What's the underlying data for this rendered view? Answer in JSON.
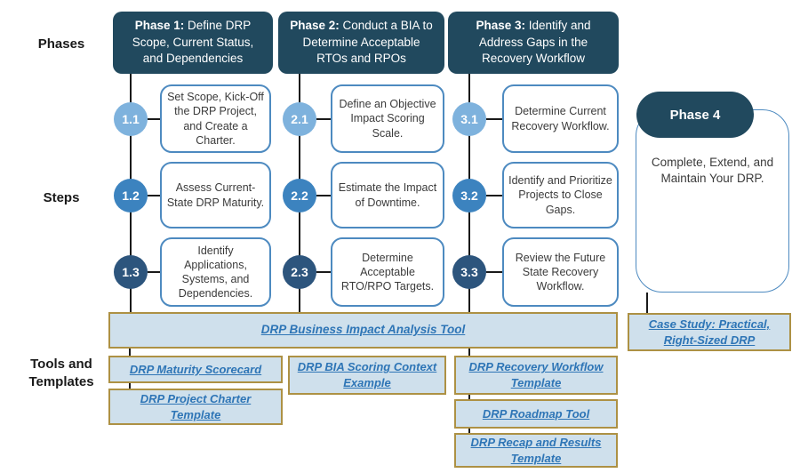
{
  "labels": {
    "phases": "Phases",
    "steps": "Steps",
    "tools_templates": "Tools and Templates"
  },
  "phases": [
    {
      "prefix": "Phase 1:",
      "rest": " Define DRP Scope, Current Status, and Dependencies"
    },
    {
      "prefix": "Phase 2:",
      "rest": " Conduct a BIA to Determine Acceptable RTOs and RPOs"
    },
    {
      "prefix": "Phase 3:",
      "rest": " Identify and Address Gaps in the Recovery Workflow"
    }
  ],
  "steps": [
    {
      "num": "1.1",
      "text": "Set Scope, Kick-Off the DRP Project, and Create a Charter."
    },
    {
      "num": "1.2",
      "text": "Assess Current-State DRP Maturity."
    },
    {
      "num": "1.3",
      "text": "Identify Applications, Systems, and Dependencies."
    },
    {
      "num": "2.1",
      "text": "Define an Objective Impact Scoring Scale."
    },
    {
      "num": "2.2",
      "text": "Estimate the Impact of Downtime."
    },
    {
      "num": "2.3",
      "text": "Determine Acceptable RTO/RPO Targets."
    },
    {
      "num": "3.1",
      "text": "Determine Current Recovery Workflow."
    },
    {
      "num": "3.2",
      "text": "Identify and Prioritize Projects to Close Gaps."
    },
    {
      "num": "3.3",
      "text": "Review the Future State Recovery Workflow."
    }
  ],
  "phase4": {
    "title": "Phase 4",
    "body": "Complete, Extend, and Maintain Your DRP."
  },
  "tools": {
    "bia_tool": "DRP Business Impact Analysis Tool",
    "maturity_scorecard": "DRP Maturity Scorecard",
    "project_charter": "DRP Project Charter Template",
    "bia_scoring_example": "DRP BIA Scoring Context Example",
    "recovery_workflow": "DRP Recovery Workflow Template",
    "roadmap": "DRP Roadmap Tool",
    "recap_results": "DRP Recap and Results Template",
    "case_study": "Case Study: Practical, Right-Sized DRP"
  },
  "colors": {
    "navy": "#21495E",
    "circle_light": "#7EB2DD",
    "circle_mid": "#3C83BF",
    "circle_dark": "#2D557D",
    "step_border": "#4D8AC0",
    "box_fill": "#CFE0EC",
    "box_border": "#AD9144",
    "link": "#2E75B6",
    "line": "#1A1A1A",
    "text": "#3B3B3B"
  }
}
